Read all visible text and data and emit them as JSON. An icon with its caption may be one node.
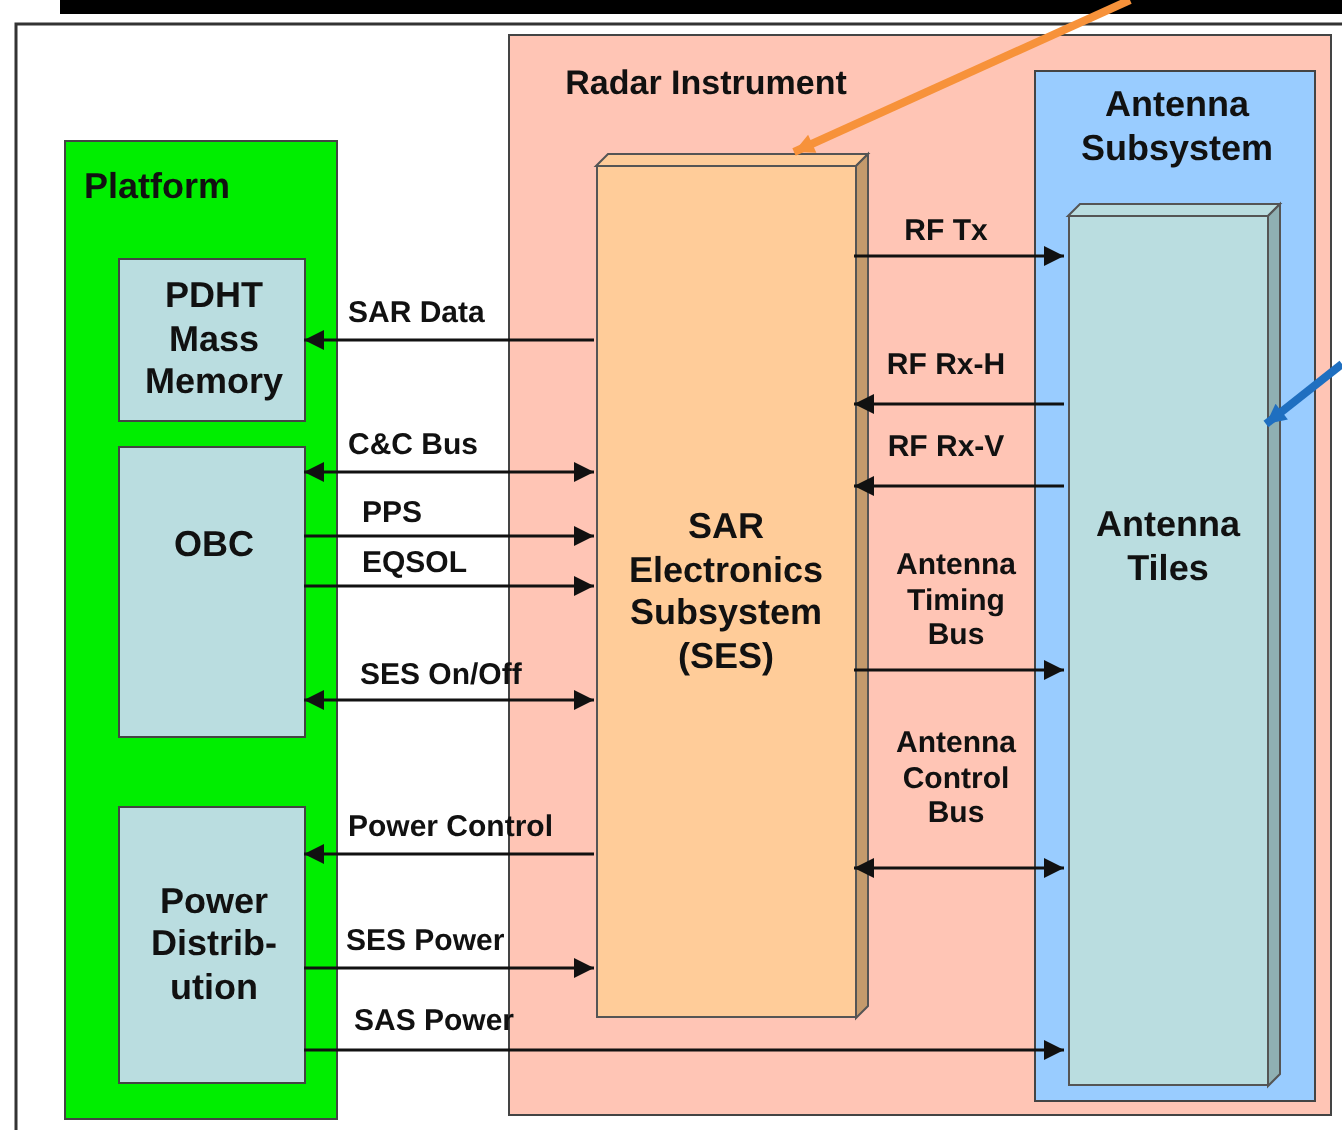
{
  "diagram": {
    "nodes": [
      {
        "text": [
          "Platform"
        ]
      },
      {
        "text": [
          "PDHT Mass Memory"
        ],
        "in": 0
      },
      {
        "text": [
          "OBC"
        ],
        "in": 0
      },
      {
        "text": [
          "Power Distrib- ution"
        ],
        "in": 0
      },
      {
        "text": [
          "Radar Instrument"
        ]
      },
      {
        "text": [
          "SAR Electronics Subsystem (SES)"
        ],
        "in": 4
      },
      {
        "text": [
          "Antenna Subsystem"
        ],
        "in": 4
      },
      {
        "text": [
          "Antenna Tiles"
        ],
        "in": 6
      }
    ],
    "edges": [
      {
        "from": 5,
        "to": 1,
        "arrow": "to",
        "label": "SAR Data"
      },
      {
        "from": 2,
        "to": 5,
        "arrow": "both",
        "label": "C&C Bus"
      },
      {
        "from": 2,
        "to": 5,
        "arrow": "to",
        "label": "PPS"
      },
      {
        "from": 2,
        "to": 5,
        "arrow": "to",
        "label": "EQSOL"
      },
      {
        "from": 2,
        "to": 5,
        "arrow": "both",
        "label": "SES On/Off"
      },
      {
        "from": 5,
        "to": 3,
        "arrow": "to",
        "label": "Power Control"
      },
      {
        "from": 3,
        "to": 5,
        "arrow": "to",
        "label": "SES Power"
      },
      {
        "from": 3,
        "to": 7,
        "arrow": "to",
        "label": "SAS Power"
      },
      {
        "from": 5,
        "to": 7,
        "arrow": "to",
        "label": "RF Tx"
      },
      {
        "from": 7,
        "to": 5,
        "arrow": "to",
        "label": "RF Rx-H"
      },
      {
        "from": 7,
        "to": 5,
        "arrow": "to",
        "label": "RF Rx-V"
      },
      {
        "from": 5,
        "to": 7,
        "arrow": "to",
        "label": "Antenna Timing Bus"
      },
      {
        "from": 5,
        "to": 7,
        "arrow": "both",
        "label": "Antenna Control Bus"
      },
      {
        "from": null,
        "to": 5,
        "arrow": "to",
        "style": "thick",
        "color": "#f7923a"
      },
      {
        "from": null,
        "to": 7,
        "arrow": "to",
        "style": "thick",
        "color": "#1f6fc0"
      }
    ]
  }
}
